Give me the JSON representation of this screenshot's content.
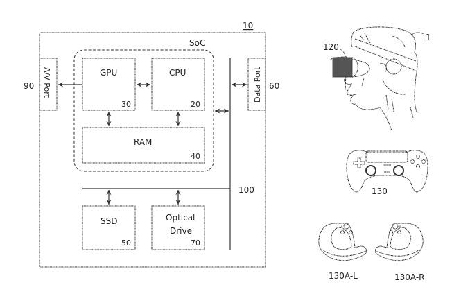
{
  "diagram": {
    "system": {
      "ref": "10"
    },
    "soc": {
      "label": "SoC"
    },
    "blocks": {
      "gpu": {
        "label": "GPU",
        "ref": "30"
      },
      "cpu": {
        "label": "CPU",
        "ref": "20"
      },
      "ram": {
        "label": "RAM",
        "ref": "40"
      },
      "ssd": {
        "label": "SSD",
        "ref": "50"
      },
      "optical": {
        "label_line1": "Optical",
        "label_line2": "Drive",
        "ref": "70"
      },
      "av_port": {
        "label": "A/V Port",
        "ref": "90"
      },
      "data_port": {
        "label": "Data Port",
        "ref": "60"
      }
    },
    "bus": {
      "ref": "100"
    },
    "devices": {
      "hmd": {
        "ref": "120",
        "user_ref": "1"
      },
      "controller": {
        "ref": "130"
      },
      "controller_left": {
        "ref": "130A-L"
      },
      "controller_right": {
        "ref": "130A-R"
      }
    }
  }
}
